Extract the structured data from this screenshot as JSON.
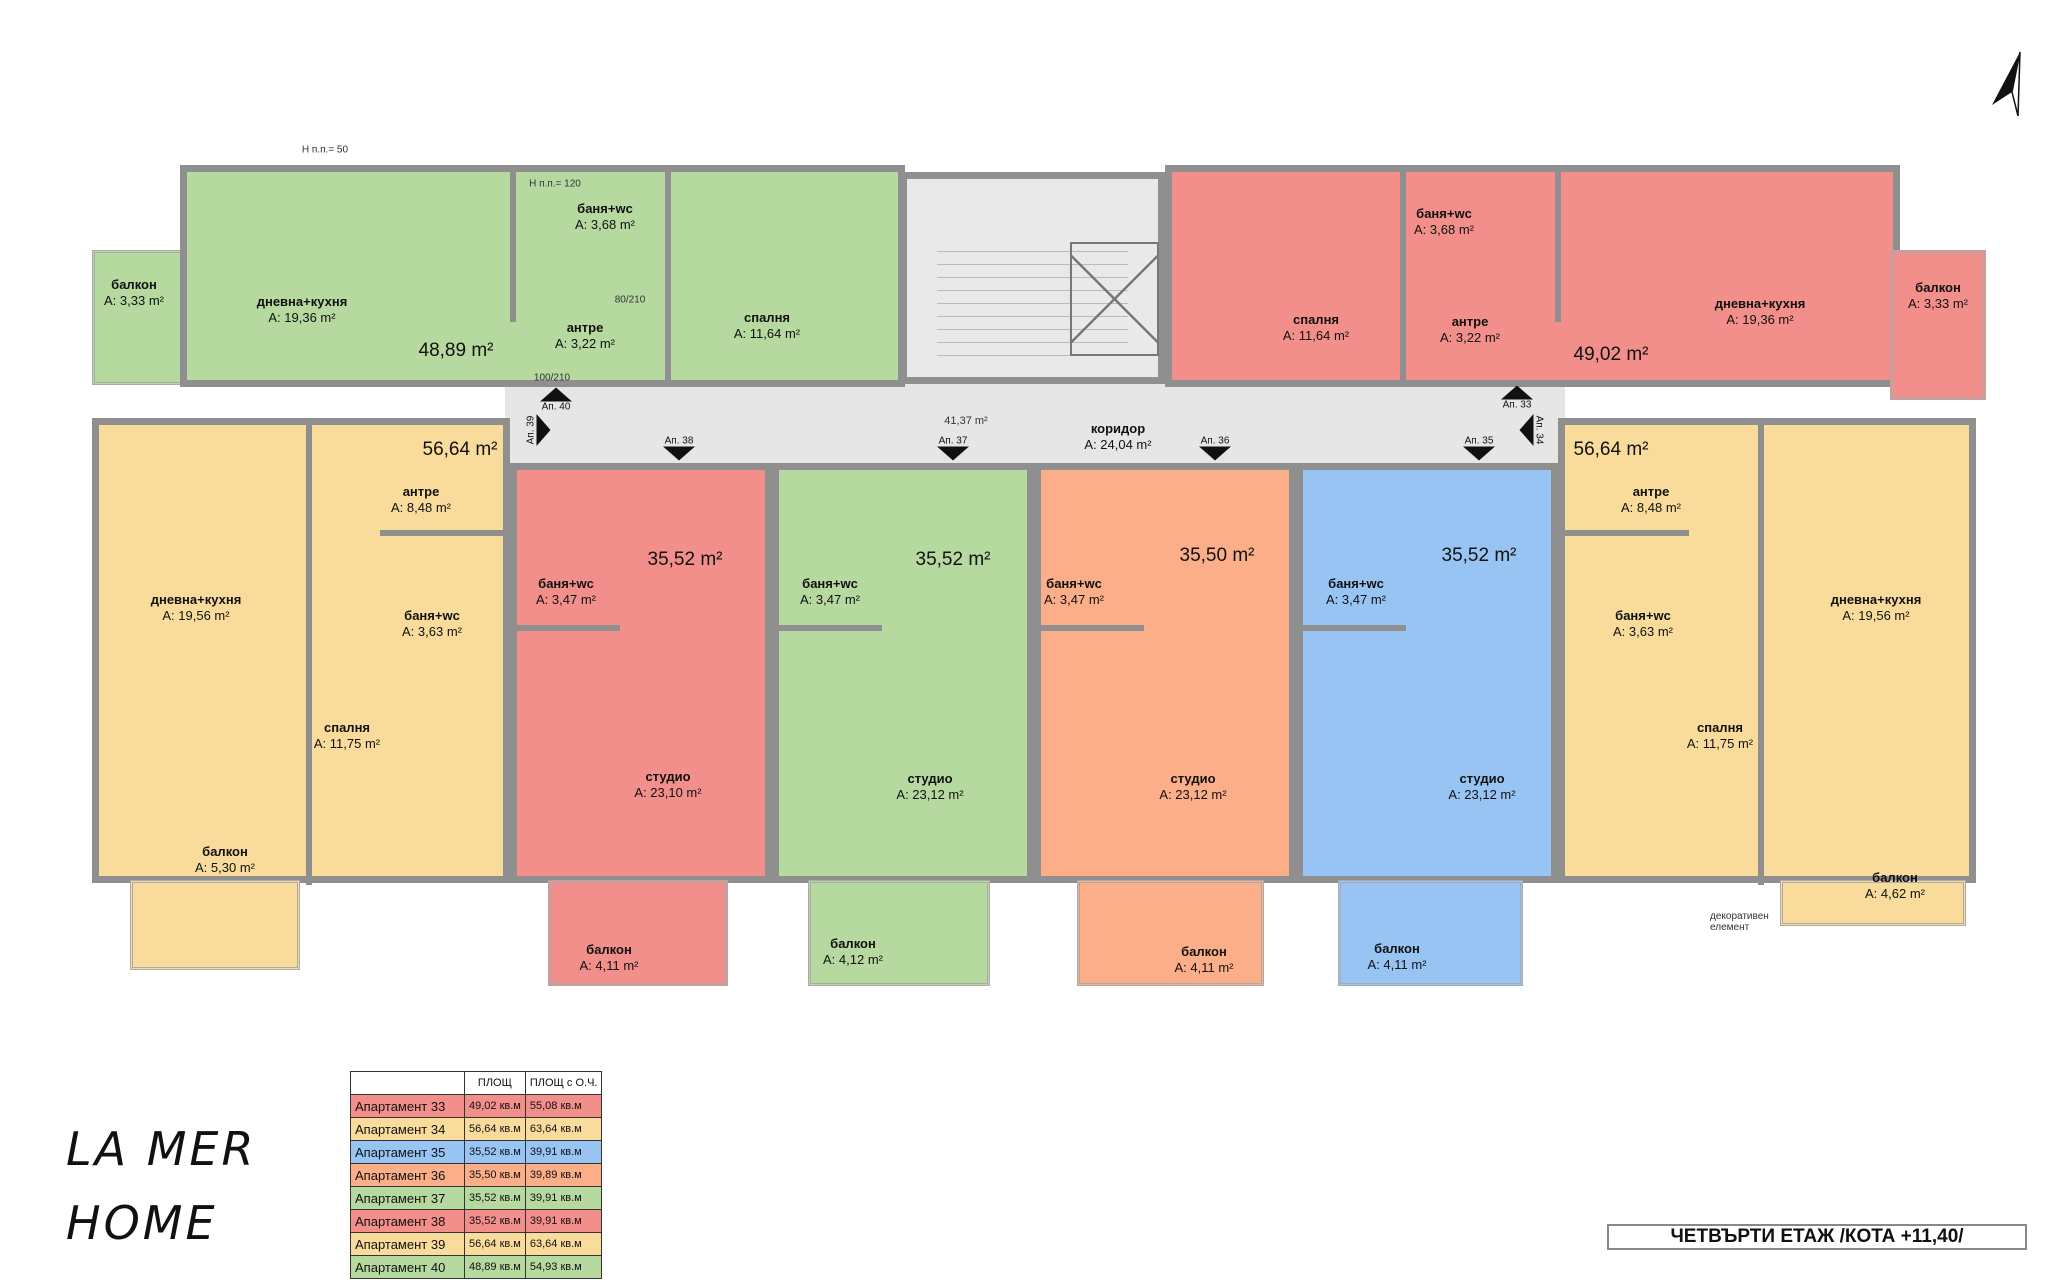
{
  "colors": {
    "green": "#b6d9a0",
    "red": "#f28f8a",
    "yellow": "#f9dc9b",
    "orange": "#fbae87",
    "blue": "#98c4f3"
  },
  "corridor": {
    "total": "41,37 m²",
    "name": "коридор",
    "area": "A: 24,04 m²"
  },
  "apartments": [
    {
      "id": "Ап. 40",
      "total": "48,89 m²",
      "rooms": [
        {
          "name": "дневна+кухня",
          "area": "A: 19,36 m²"
        },
        {
          "name": "баня+wc",
          "area": "A: 3,68 m²"
        },
        {
          "name": "антре",
          "area": "A: 3,22 m²"
        },
        {
          "name": "спалня",
          "area": "A: 11,64 m²"
        },
        {
          "name": "балкон",
          "area": "A: 3,33 m²"
        }
      ]
    },
    {
      "id": "Ап. 33",
      "total": "49,02 m²",
      "rooms": [
        {
          "name": "спалня",
          "area": "A: 11,64 m²"
        },
        {
          "name": "баня+wc",
          "area": "A: 3,68 m²"
        },
        {
          "name": "антре",
          "area": "A: 3,22 m²"
        },
        {
          "name": "дневна+кухня",
          "area": "A: 19,36 m²"
        },
        {
          "name": "балкон",
          "area": "A: 3,33 m²"
        }
      ]
    },
    {
      "id": "Ап. 39",
      "total": "56,64 m²",
      "rooms": [
        {
          "name": "антре",
          "area": "A: 8,48 m²"
        },
        {
          "name": "дневна+кухня",
          "area": "A: 19,56 m²"
        },
        {
          "name": "баня+wc",
          "area": "A: 3,63 m²"
        },
        {
          "name": "спалня",
          "area": "A: 11,75 m²"
        },
        {
          "name": "балкон",
          "area": "A: 5,30 m²"
        }
      ]
    },
    {
      "id": "Ап. 38",
      "total": "35,52 m²",
      "rooms": [
        {
          "name": "баня+wc",
          "area": "A: 3,47 m²"
        },
        {
          "name": "студио",
          "area": "A: 23,10 m²"
        },
        {
          "name": "балкон",
          "area": "A: 4,11 m²"
        }
      ]
    },
    {
      "id": "Ап. 37",
      "total": "35,52 m²",
      "rooms": [
        {
          "name": "баня+wc",
          "area": "A: 3,47 m²"
        },
        {
          "name": "студио",
          "area": "A: 23,12 m²"
        },
        {
          "name": "балкон",
          "area": "A: 4,12 m²"
        }
      ]
    },
    {
      "id": "Ап. 36",
      "total": "35,50 m²",
      "rooms": [
        {
          "name": "баня+wc",
          "area": "A: 3,47 m²"
        },
        {
          "name": "студио",
          "area": "A: 23,12 m²"
        },
        {
          "name": "балкон",
          "area": "A: 4,11 m²"
        }
      ]
    },
    {
      "id": "Ап. 35",
      "total": "35,52 m²",
      "rooms": [
        {
          "name": "баня+wc",
          "area": "A: 3,47 m²"
        },
        {
          "name": "студио",
          "area": "A: 23,12 m²"
        },
        {
          "name": "балкон",
          "area": "A: 4,11 m²"
        }
      ]
    },
    {
      "id": "Ап. 34",
      "total": "56,64 m²",
      "rooms": [
        {
          "name": "антре",
          "area": "A: 8,48 m²"
        },
        {
          "name": "дневна+кухня",
          "area": "A: 19,56 m²"
        },
        {
          "name": "баня+wc",
          "area": "A: 3,63 m²"
        },
        {
          "name": "спалня",
          "area": "A: 11,75 m²"
        },
        {
          "name": "балкон",
          "area": "A: 4,62 m²"
        }
      ]
    }
  ],
  "notes": {
    "decorative": "декоративен елемент",
    "window_h50": "Н п.п.= 50",
    "window_h120": "Н п.п.= 120",
    "door_100": "100/210",
    "door_80": "80/210"
  },
  "legend": {
    "headers": [
      "",
      "ПЛОЩ",
      "ПЛОЩ с О.Ч."
    ],
    "rows": [
      {
        "name": "Апартамент 33",
        "area": "49,02 кв.м",
        "area_common": "55,08 кв.м",
        "color": "#f28f8a"
      },
      {
        "name": "Апартамент 34",
        "area": "56,64 кв.м",
        "area_common": "63,64 кв.м",
        "color": "#f9dc9b"
      },
      {
        "name": "Апартамент 35",
        "area": "35,52 кв.м",
        "area_common": "39,91 кв.м",
        "color": "#98c4f3"
      },
      {
        "name": "Апартамент 36",
        "area": "35,50 кв.м",
        "area_common": "39,89 кв.м",
        "color": "#fbae87"
      },
      {
        "name": "Апартамент 37",
        "area": "35,52 кв.м",
        "area_common": "39,91 кв.м",
        "color": "#b6d9a0"
      },
      {
        "name": "Апартамент 38",
        "area": "35,52 кв.м",
        "area_common": "39,91 кв.м",
        "color": "#f28f8a"
      },
      {
        "name": "Апартамент 39",
        "area": "56,64 кв.м",
        "area_common": "63,64 кв.м",
        "color": "#f9dc9b"
      },
      {
        "name": "Апартамент 40",
        "area": "48,89 кв.м",
        "area_common": "54,93 кв.м",
        "color": "#b6d9a0"
      }
    ]
  },
  "floor_title": "ЧЕТВЪРТИ ЕТАЖ /КОТА +11,40/",
  "logo": {
    "line1": "LA MER",
    "line2": "HOME"
  }
}
